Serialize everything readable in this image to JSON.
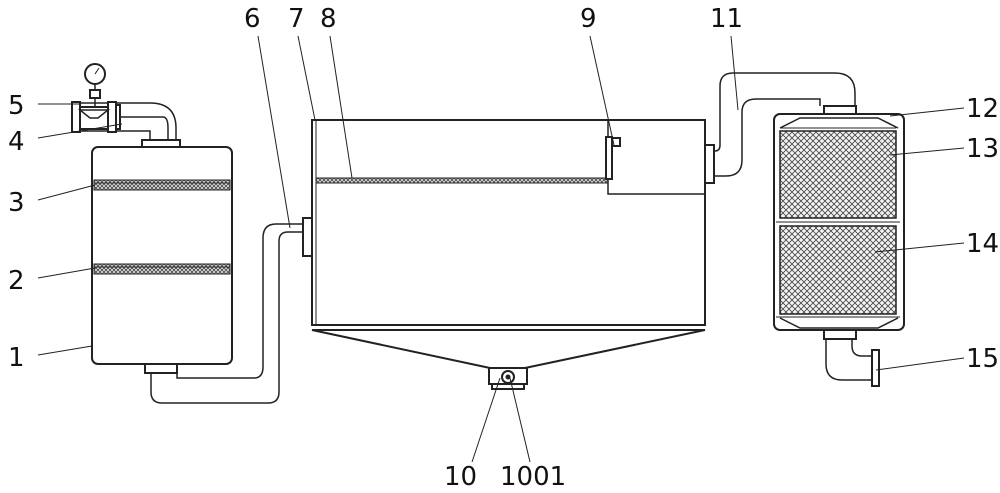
{
  "labels": {
    "l1": "1",
    "l2": "2",
    "l3": "3",
    "l4": "4",
    "l5": "5",
    "l6": "6",
    "l7": "7",
    "l8": "8",
    "l9": "9",
    "l10": "10",
    "l1001": "1001",
    "l11": "11",
    "l12": "12",
    "l13": "13",
    "l14": "14",
    "l15": "15"
  }
}
